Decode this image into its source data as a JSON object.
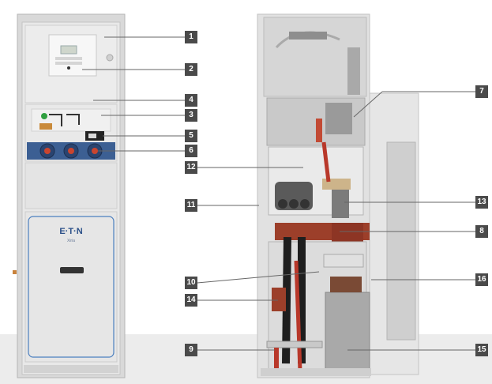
{
  "figure": {
    "callouts": [
      "1",
      "2",
      "3",
      "4",
      "5",
      "6",
      "7",
      "8",
      "9",
      "10",
      "11",
      "12",
      "13",
      "14",
      "15",
      "16"
    ],
    "brand_logo_text": "E·T·N",
    "brand_subtext": "Xiria",
    "colors": {
      "cabinet": "#e6e6e6",
      "cabinet_edge": "#b9b9b9",
      "callout_badge": "#4a4a4a",
      "cable_red": "#b8382a",
      "busbar_copper": "#9c3f2a",
      "door_trim_blue": "#4b7fbf",
      "floor": "#ececec"
    }
  }
}
